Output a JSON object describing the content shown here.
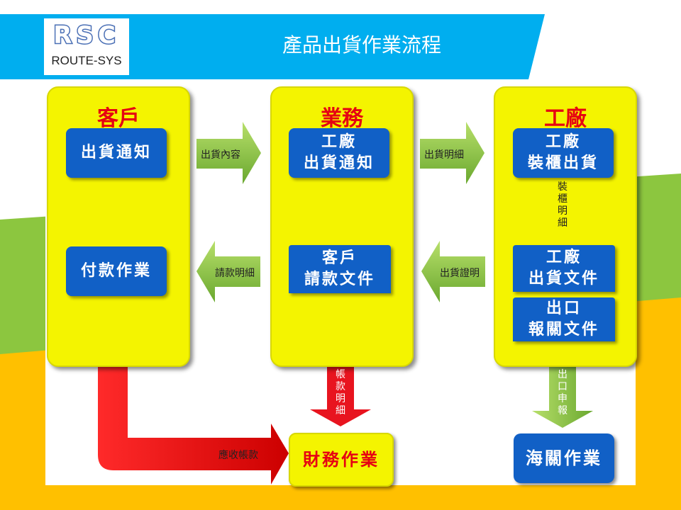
{
  "logo": {
    "mark": "RSC",
    "name": "ROUTE-SYS"
  },
  "title": "產品出貨作業流程",
  "columns": {
    "customer": {
      "title": "客戶",
      "box1": "出貨通知",
      "box2": "付款作業"
    },
    "sales": {
      "title": "業務",
      "box1_l1": "工廠",
      "box1_l2": "出貨通知",
      "box2_l1": "客戶",
      "box2_l2": "請款文件"
    },
    "factory": {
      "title": "工廠",
      "box1_l1": "工廠",
      "box1_l2": "裝櫃出貨",
      "box2_l1": "工廠",
      "box2_l2": "出貨文件",
      "box3_l1": "出口",
      "box3_l2": "報關文件"
    }
  },
  "arrows": {
    "shipping_content": "出貨內容",
    "shipping_detail": "出貨明細",
    "billing_detail": "請款明細",
    "shipping_proof": "出貨證明",
    "container_detail": [
      "裝",
      "櫃",
      "明",
      "細"
    ],
    "account_detail": [
      "帳",
      "款",
      "明",
      "細"
    ],
    "export_declare": [
      "出",
      "口",
      "申",
      "報"
    ],
    "receivable": "應收帳款"
  },
  "bottom": {
    "finance": "財務作業",
    "customs": "海關作業"
  },
  "colors": {
    "header": "#00aeef",
    "yellow": "#f4f400",
    "blue": "#1160c6",
    "red": "#e60012",
    "green_arrow": "#8dc63f",
    "orange": "#ffc000",
    "lime": "#8cc63f"
  }
}
